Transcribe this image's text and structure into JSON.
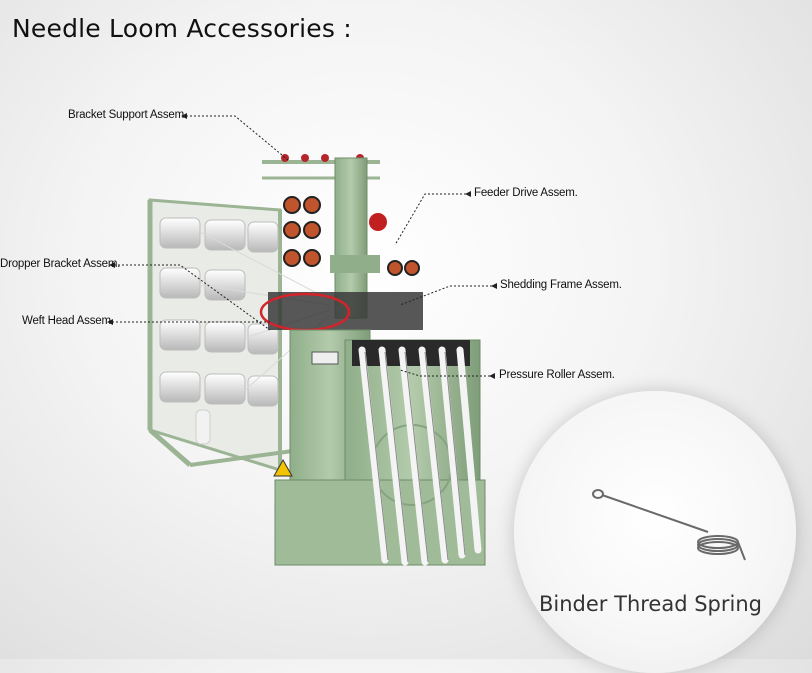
{
  "title": "Needle Loom Accessories :",
  "callouts": {
    "bracket_support": "Bracket Support Assem.",
    "feeder_drive": "Feeder Drive Assem.",
    "dropper_bracket": "Dropper Bracket Assem.",
    "shedding_frame": "Shedding Frame Assem.",
    "weft_head": "Weft Head Assem.",
    "pressure_roller": "Pressure Roller Assem."
  },
  "detail": {
    "label": "Binder Thread Spring"
  },
  "colors": {
    "machine_green": "#a9c4a0",
    "machine_green_dark": "#7f9d79",
    "highlight_red": "#d6232a"
  }
}
